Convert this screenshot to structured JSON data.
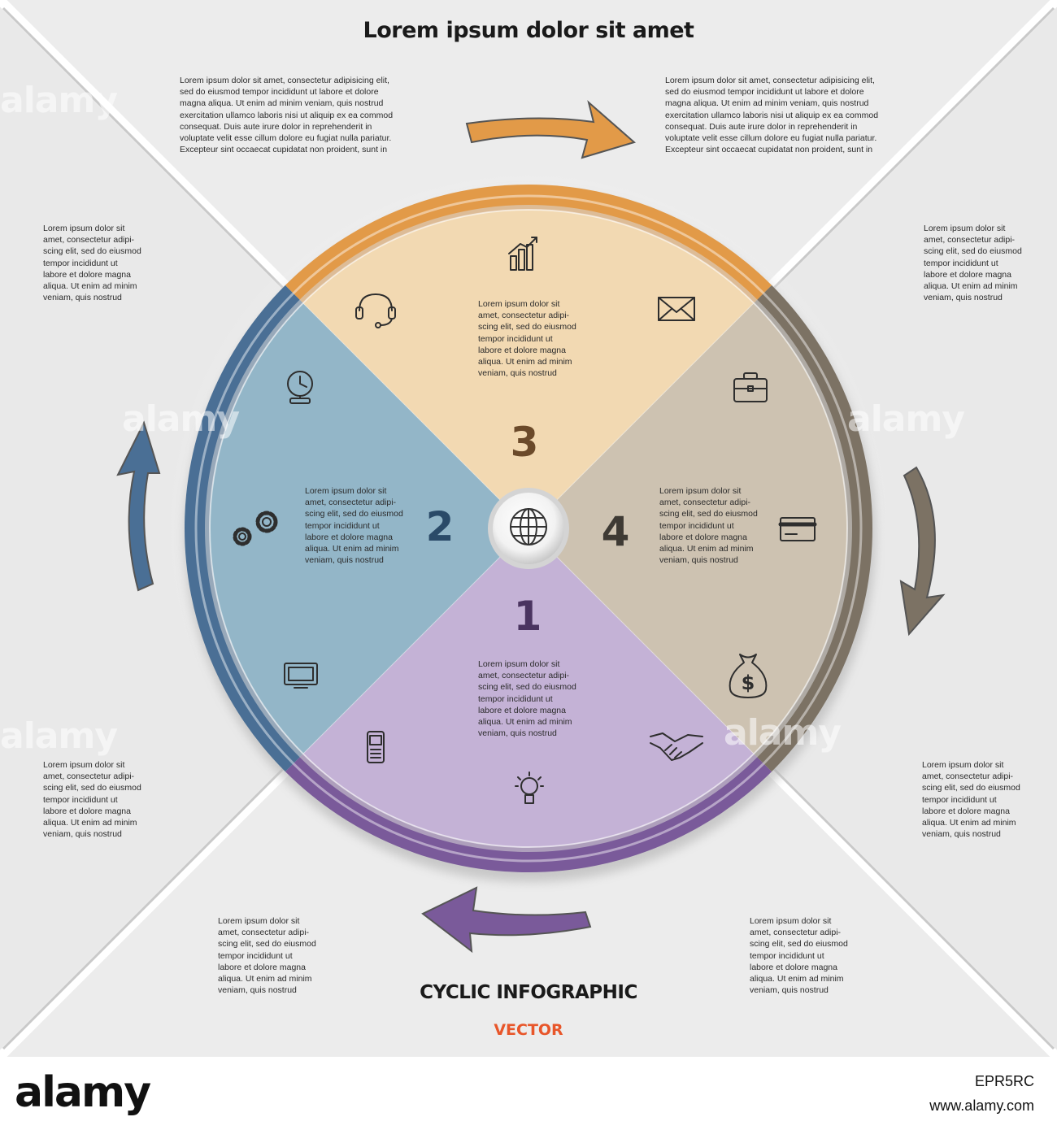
{
  "title": "Lorem ipsum dolor sit amet",
  "footer": {
    "title": "CYCLIC INFOGRAPHIC",
    "subtitle": "VECTOR",
    "subtitle_color": "#e8562a"
  },
  "top_texts": [
    "Lorem ipsum dolor sit amet, consectetur adipisicing elit,\nsed do eiusmod tempor incididunt ut labore et dolore\nmagna aliqua. Ut enim ad minim veniam, quis nostrud\nexercitation ullamco laboris nisi ut aliquip ex ea commod\nconsequat. Duis aute irure dolor in reprehenderit in\nvoluptate velit esse cillum dolore eu fugiat nulla pariatur.\nExcepteur sint occaecat cupidatat non proident, sunt in",
    "Lorem ipsum dolor sit amet, consectetur adipisicing elit,\nsed do eiusmod tempor incididunt ut labore et dolore\nmagna aliqua. Ut enim ad minim veniam, quis nostrud\nexercitation ullamco laboris nisi ut aliquip ex ea commod\nconsequat. Duis aute irure dolor in reprehenderit in\nvoluptate velit esse cillum dolore eu fugiat nulla pariatur.\nExcepteur sint occaecat cupidatat non proident, sunt in"
  ],
  "side_text": "Lorem ipsum dolor sit\namet, consectetur adipi-\nscing elit, sed do eiusmod\ntempor incididunt ut\nlabore et dolore magna\naliqua. Ut enim ad minim\nveniam, quis nostrud",
  "segments": [
    {
      "number": "1",
      "color": "#c4b2d6",
      "ring_color": "#7a5a9a",
      "number_color": "#4a3460",
      "text": "Lorem ipsum dolor sit\namet, consectetur adipi-\nscing elit, sed do eiusmod\ntempor incididunt ut\nlabore et dolore magna\naliqua. Ut enim ad minim\nveniam, quis nostrud"
    },
    {
      "number": "2",
      "color": "#93b6c8",
      "ring_color": "#4a6f95",
      "number_color": "#2a4a68",
      "text": "Lorem ipsum dolor sit\namet, consectetur adipi-\nscing elit, sed do eiusmod\ntempor incididunt ut\nlabore et dolore magna\naliqua. Ut enim ad minim\nveniam, quis nostrud"
    },
    {
      "number": "3",
      "color": "#f2d9b2",
      "ring_color": "#e29a48",
      "number_color": "#6b4a2a",
      "text": "Lorem ipsum dolor sit\namet, consectetur adipi-\nscing elit, sed do eiusmod\ntempor incididunt ut\nlabore et dolore magna\naliqua. Ut enim ad minim\nveniam, quis nostrud"
    },
    {
      "number": "4",
      "color": "#cdc2b1",
      "ring_color": "#7c7264",
      "number_color": "#3e3a34",
      "text": "Lorem ipsum dolor sit\namet, consectetur adipi-\nscing elit, sed do eiusmod\ntempor incididunt ut\nlabore et dolore magna\naliqua. Ut enim ad minim\nveniam, quis nostrud"
    }
  ],
  "icons": [
    "bar-chart-icon",
    "envelope-icon",
    "briefcase-icon",
    "credit-card-icon",
    "money-bag-icon",
    "handshake-icon",
    "light-bulb-icon",
    "mobile-phone-icon",
    "monitor-icon",
    "gears-icon",
    "clock-icon",
    "headset-icon",
    "globe-icon"
  ],
  "arrow_colors": {
    "top": "#e29a48",
    "right": "#7c7264",
    "bottom": "#7a5a9a",
    "left": "#4a6f95"
  },
  "watermark": "alamy",
  "bottom_bar": {
    "logo": "alamy",
    "image_id": "EPR5RC",
    "url": "www.alamy.com"
  }
}
